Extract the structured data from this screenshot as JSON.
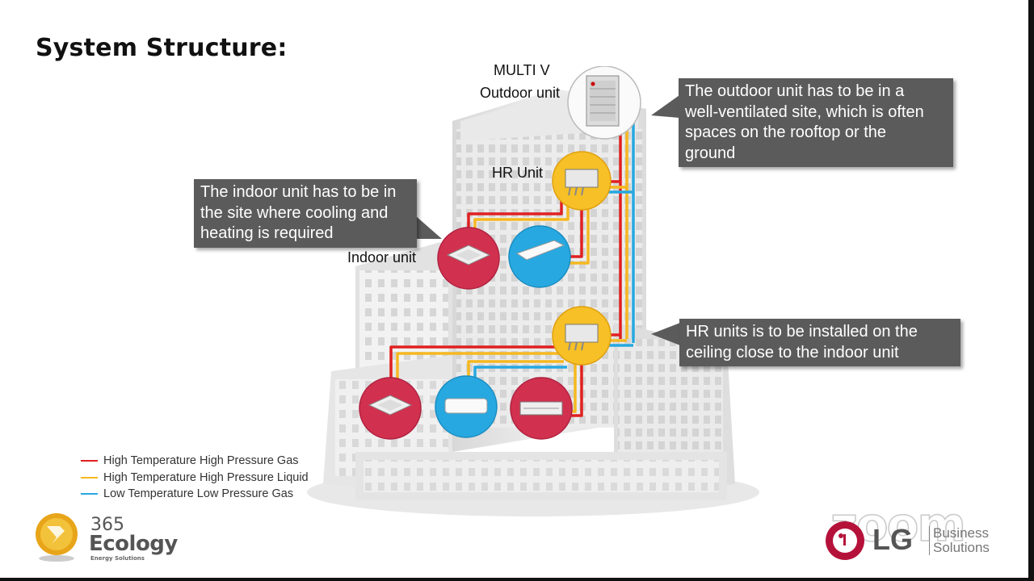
{
  "title": "System Structure:",
  "labels": {
    "multi_v": "MULTI V",
    "outdoor_unit": "Outdoor unit",
    "hr_unit": "HR Unit",
    "indoor_unit": "Indoor unit"
  },
  "callouts": {
    "outdoor": [
      "The outdoor unit has to be in a",
      "well-ventilated site, which is often",
      "spaces on the rooftop or the",
      "ground"
    ],
    "indoor": [
      "The indoor unit has to be in",
      "the site where cooling and",
      "heating is required"
    ],
    "hr": [
      "HR units is to be installed on the",
      "ceiling close to the indoor unit"
    ]
  },
  "legend": [
    {
      "label": "High Temperature High Pressure Gas",
      "color": "#e02020"
    },
    {
      "label": "High Temperature High Pressure Liquid",
      "color": "#f5b820"
    },
    {
      "label": "Low Temperature Low Pressure Gas",
      "color": "#27a8e0"
    }
  ],
  "logo_left": {
    "number": "365",
    "name": "Ecology",
    "tagline": "Energy Solutions"
  },
  "logo_right": {
    "watermark": "zoom",
    "brand": "LG",
    "line1": "Business",
    "line2": "Solutions"
  },
  "colors": {
    "callout_bg": "#5b5b5b",
    "pipe_gas_hot": "#e02020",
    "pipe_liquid": "#f5b820",
    "pipe_gas_cold": "#27a8e0"
  }
}
